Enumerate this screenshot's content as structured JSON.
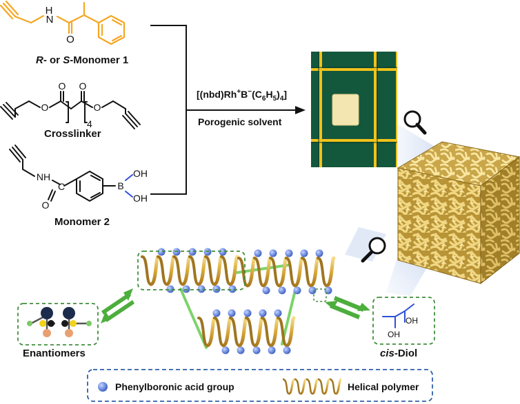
{
  "monomer1": {
    "label_prefix": "R",
    "label_middle": "- or ",
    "label_s": "S",
    "label_suffix": "-Monomer 1",
    "atom_h": "H",
    "atom_n": "N",
    "atom_o": "O",
    "color": "#f5a623"
  },
  "crosslinker": {
    "label": "Crosslinker",
    "atom_o1": "O",
    "atom_o2": "O",
    "atom_o3": "O",
    "atom_o4": "O",
    "subscript": "4"
  },
  "monomer2": {
    "label": "Monomer 2",
    "atom_nh": "NH",
    "atom_c": "C",
    "atom_o": "O",
    "atom_b": "B",
    "atom_oh1": "OH",
    "atom_oh2": "OH",
    "boron_color": "#2b4fd6"
  },
  "reaction": {
    "catalyst_a": "[(nbd)Rh",
    "catalyst_plus": "+",
    "catalyst_b": "B",
    "catalyst_minus": "−",
    "catalyst_c": "(C",
    "catalyst_six": "6",
    "catalyst_h": "H",
    "catalyst_five": "5",
    "catalyst_d": ")",
    "catalyst_four": "4",
    "catalyst_e": "]",
    "solvent": "Porogenic solvent"
  },
  "colors": {
    "helix": "#e3b94a",
    "bead": "#6f8fe0",
    "dashed": "#3f8f3a",
    "crosslink": "#7ed36a",
    "arrow": "#4cae3c",
    "legend_border": "#2e5fa8",
    "photo_bg": "#13573c",
    "grid": "#f2c21a",
    "sample": "#f3e6b0",
    "cube": "#d9b95a",
    "diol": "#2b4fd6"
  },
  "enantiomers": {
    "label": "Enantiomers"
  },
  "diol": {
    "label_italic": "cis",
    "label_rest": "-Diol",
    "oh1": "OH",
    "oh2": "OH"
  },
  "legend": {
    "bead_label": "Phenylboronic acid group",
    "helix_label": "Helical polymer"
  }
}
